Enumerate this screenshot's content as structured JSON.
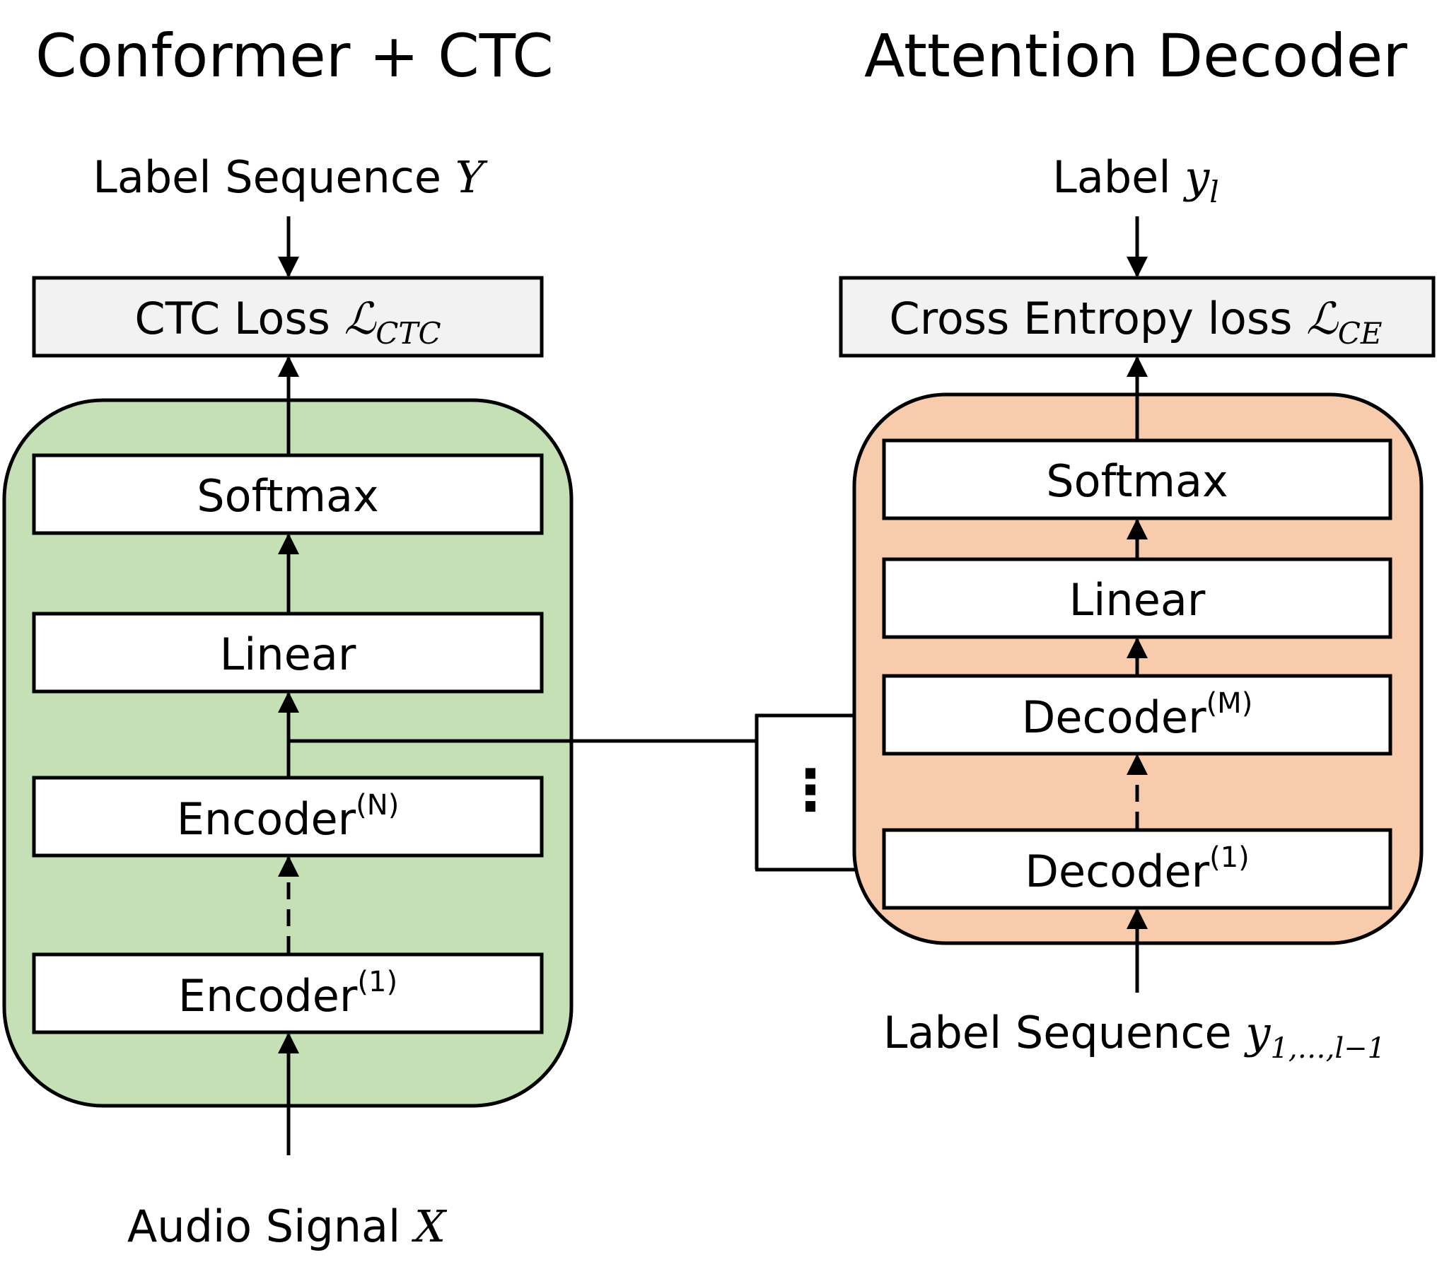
{
  "left_panel": {
    "title": "Conformer + CTC",
    "output_label": {
      "text": "Label Sequence ",
      "var": "Y"
    },
    "loss_box": {
      "text": "CTC Loss ",
      "var": "ℒ",
      "sub": "CTC"
    },
    "blocks": {
      "softmax": "Softmax",
      "linear": "Linear",
      "encoder_n": {
        "text": "Encoder",
        "sup": "(N)"
      },
      "encoder_1": {
        "text": "Encoder",
        "sup": "(1)"
      }
    },
    "input_label": {
      "text": "Audio Signal ",
      "var": "X"
    },
    "container_color": "#c5e0b4"
  },
  "right_panel": {
    "title": "Attention Decoder",
    "output_label": {
      "text": "Label ",
      "var": "y",
      "sub": "l"
    },
    "loss_box": {
      "text": "Cross Entropy loss ",
      "var": "ℒ",
      "sub": "CE"
    },
    "blocks": {
      "softmax": "Softmax",
      "linear": "Linear",
      "decoder_m": {
        "text": "Decoder",
        "sup": "(M)"
      },
      "decoder_1": {
        "text": "Decoder",
        "sup": "(1)"
      }
    },
    "input_label": {
      "text": "Label Sequence ",
      "var": "y",
      "sub": "1,…,l−1"
    },
    "container_color": "#f8cbad"
  },
  "connector": {
    "ellipsis": "⋮"
  },
  "loss_box_fill": "#f2f2f2"
}
